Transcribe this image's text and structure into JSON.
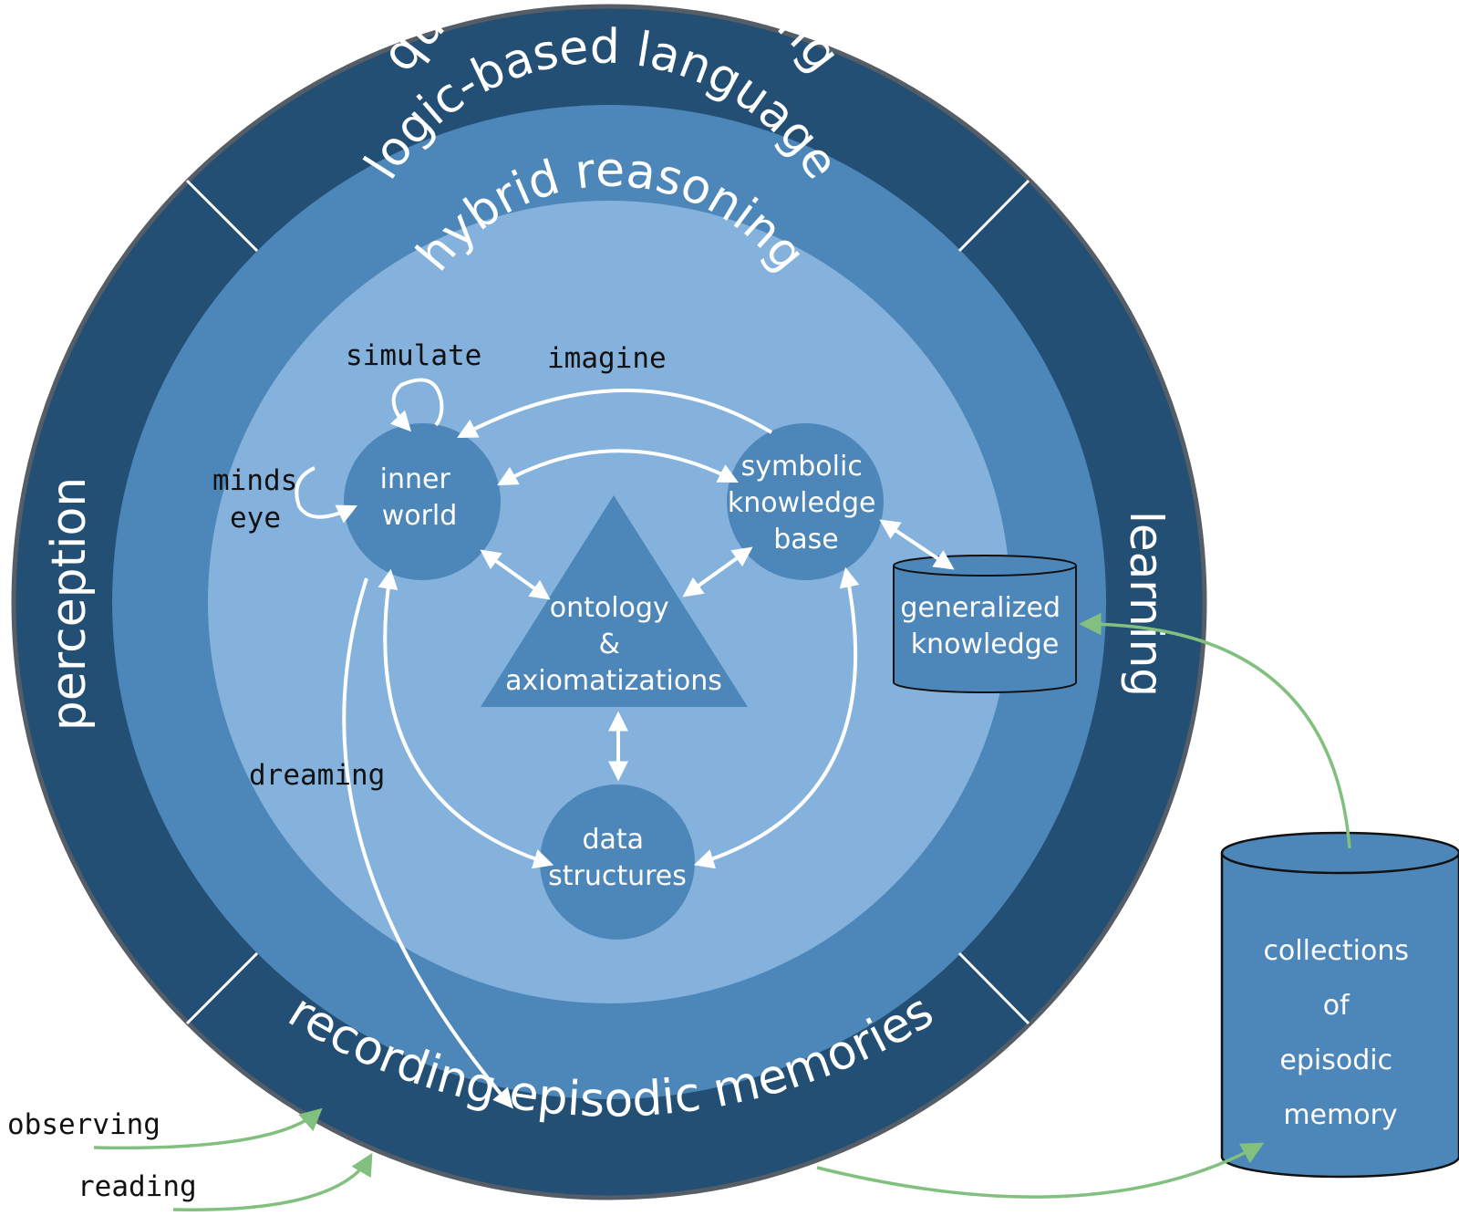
{
  "colors": {
    "outer_ring": "#234f75",
    "middle_ring": "#4d86b8",
    "inner_disc": "#85b2dc",
    "node": "#4d86b8",
    "green_arrow": "#82c07f",
    "white": "#ffffff"
  },
  "rings": {
    "outer_top": "question answering",
    "outer_left": "perception",
    "outer_right": "learning",
    "outer_bottom": "recording episodic memories",
    "middle": "logic-based language",
    "inner": "hybrid reasoning"
  },
  "nodes": {
    "inner_world": [
      "inner",
      "world"
    ],
    "symbolic_kb": [
      "symbolic",
      "knowledge",
      "base"
    ],
    "ontology": [
      "ontology",
      "&",
      "axiomatizations"
    ],
    "data_structures": [
      "data",
      "structures"
    ],
    "generalized_knowledge": [
      "generalized",
      "knowledge"
    ],
    "episodic_memory": [
      "collections",
      "of",
      "episodic",
      "memory"
    ]
  },
  "labels": {
    "simulate": "simulate",
    "imagine": "imagine",
    "minds": "minds",
    "eye": "eye",
    "dreaming": "dreaming",
    "observing": "observing",
    "reading": "reading"
  }
}
